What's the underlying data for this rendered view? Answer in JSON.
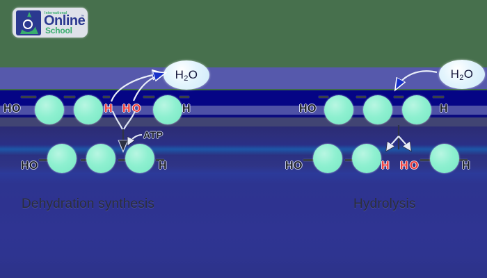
{
  "logo": {
    "name": "international-online-school",
    "line_small": "International",
    "line_main": "Online",
    "line_sub": "School",
    "trademark": "™"
  },
  "colors": {
    "sphere": "#8ef0d0",
    "water_bubble": "#d8eefb",
    "atom_red": "#ef3b3b",
    "atom_dark": "#1b1e28",
    "band_violet": "#5659ac",
    "band_navy": "#050585",
    "background_lower": "#2e3490",
    "arrow_blue": "#1830c8",
    "logo_blue": "#2b3990",
    "logo_green": "#3aae6e"
  },
  "left_panel": {
    "caption": "Dehydration synthesis",
    "water": {
      "formula": "H",
      "subscript": "2",
      "element": "O"
    },
    "atp": "ATP",
    "top_row": {
      "left_terminal": "HO",
      "right_terminal": "H",
      "inner_left_atom": "H",
      "inner_right_atoms": {
        "h": "H",
        "o": "O"
      },
      "sphere_count": 3
    },
    "bottom_row": {
      "left_terminal": "HO",
      "right_terminal": "H",
      "sphere_count": 3
    }
  },
  "right_panel": {
    "caption": "Hydrolysis",
    "water": {
      "formula": "H",
      "subscript": "2",
      "element": "O"
    },
    "top_row": {
      "left_terminal": "HO",
      "right_terminal": "H",
      "sphere_count": 3
    },
    "bottom_row": {
      "left_terminal": "HO",
      "right_terminal": "H",
      "inner_left_atom": "H",
      "inner_right_atoms": {
        "h": "H",
        "o": "O"
      },
      "sphere_count": 3
    }
  }
}
